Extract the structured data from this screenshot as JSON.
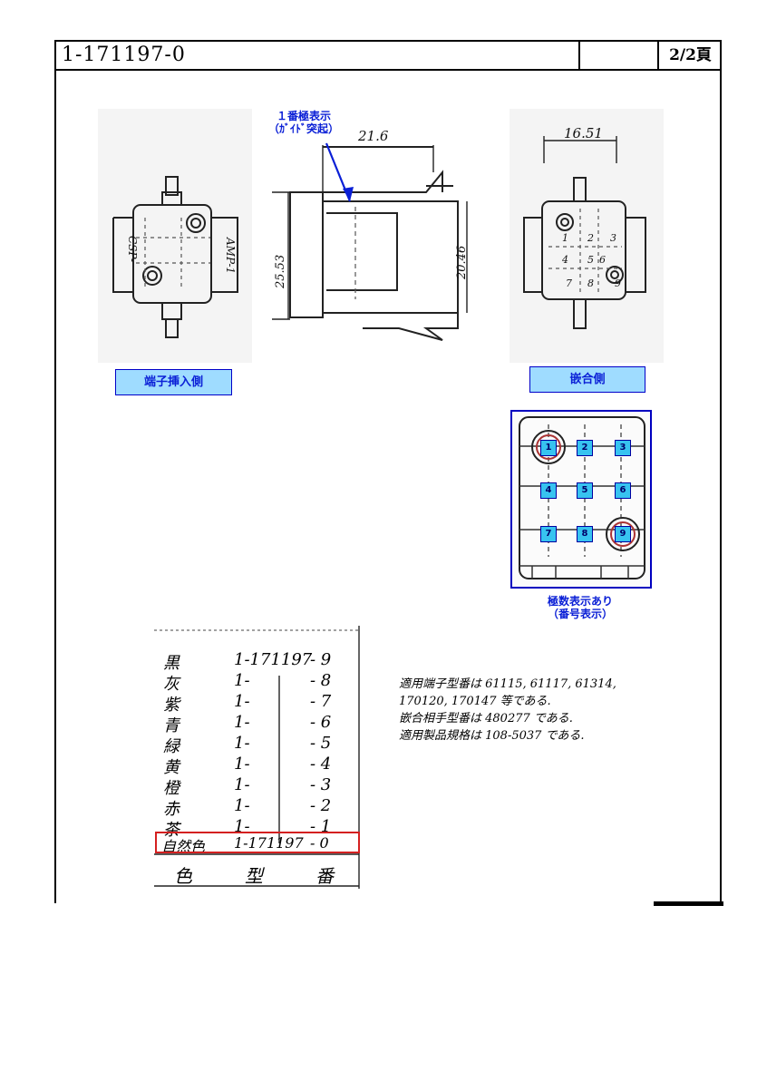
{
  "header": {
    "doc_number": "1-171197-0",
    "page": "2/2頁"
  },
  "drawing": {
    "pin1_note_line1": "１番極表示",
    "pin1_note_line2": "（ｶﾞｲﾄﾞ突起）",
    "dim_width_top": "21.6",
    "dim_side_width": "16.51",
    "dim_height_left": "25.53",
    "dim_height_right": "20.46",
    "left_mark_a": "CSP-",
    "left_mark_b": "AMP-1",
    "face_digits": [
      "1",
      "2",
      "3",
      "4",
      "5",
      "6",
      "7",
      "8",
      "9"
    ]
  },
  "labels": {
    "terminal_side": "端子挿入側",
    "mating_side": "嵌合側",
    "pole_note_line1": "極数表示あり",
    "pole_note_line2": "（番号表示）"
  },
  "pins": [
    "1",
    "2",
    "3",
    "4",
    "5",
    "6",
    "7",
    "8",
    "9"
  ],
  "color_table": {
    "rows": [
      {
        "color": "黒",
        "part": "1-171197",
        "suffix": "- 9"
      },
      {
        "color": "灰",
        "part": "1-",
        "suffix": "- 8"
      },
      {
        "color": "紫",
        "part": "1-",
        "suffix": "- 7"
      },
      {
        "color": "青",
        "part": "1-",
        "suffix": "- 6"
      },
      {
        "color": "緑",
        "part": "1-",
        "suffix": "- 5"
      },
      {
        "color": "黄",
        "part": "1-",
        "suffix": "- 4"
      },
      {
        "color": "橙",
        "part": "1-",
        "suffix": "- 3"
      },
      {
        "color": "赤",
        "part": "1-",
        "suffix": "- 2"
      },
      {
        "color": "茶",
        "part": "1-",
        "suffix": "- 1"
      },
      {
        "color": "自然色",
        "part": "1-171197",
        "suffix": "- 0"
      }
    ],
    "header_color": "色",
    "header_part": "型",
    "header_number": "番"
  },
  "notes": [
    "適用端子型番は 61115, 61117, 61314,",
    "170120, 170147 等である.",
    "嵌合相手型番は 480277 である.",
    "適用製品規格は 108-5037 である."
  ]
}
